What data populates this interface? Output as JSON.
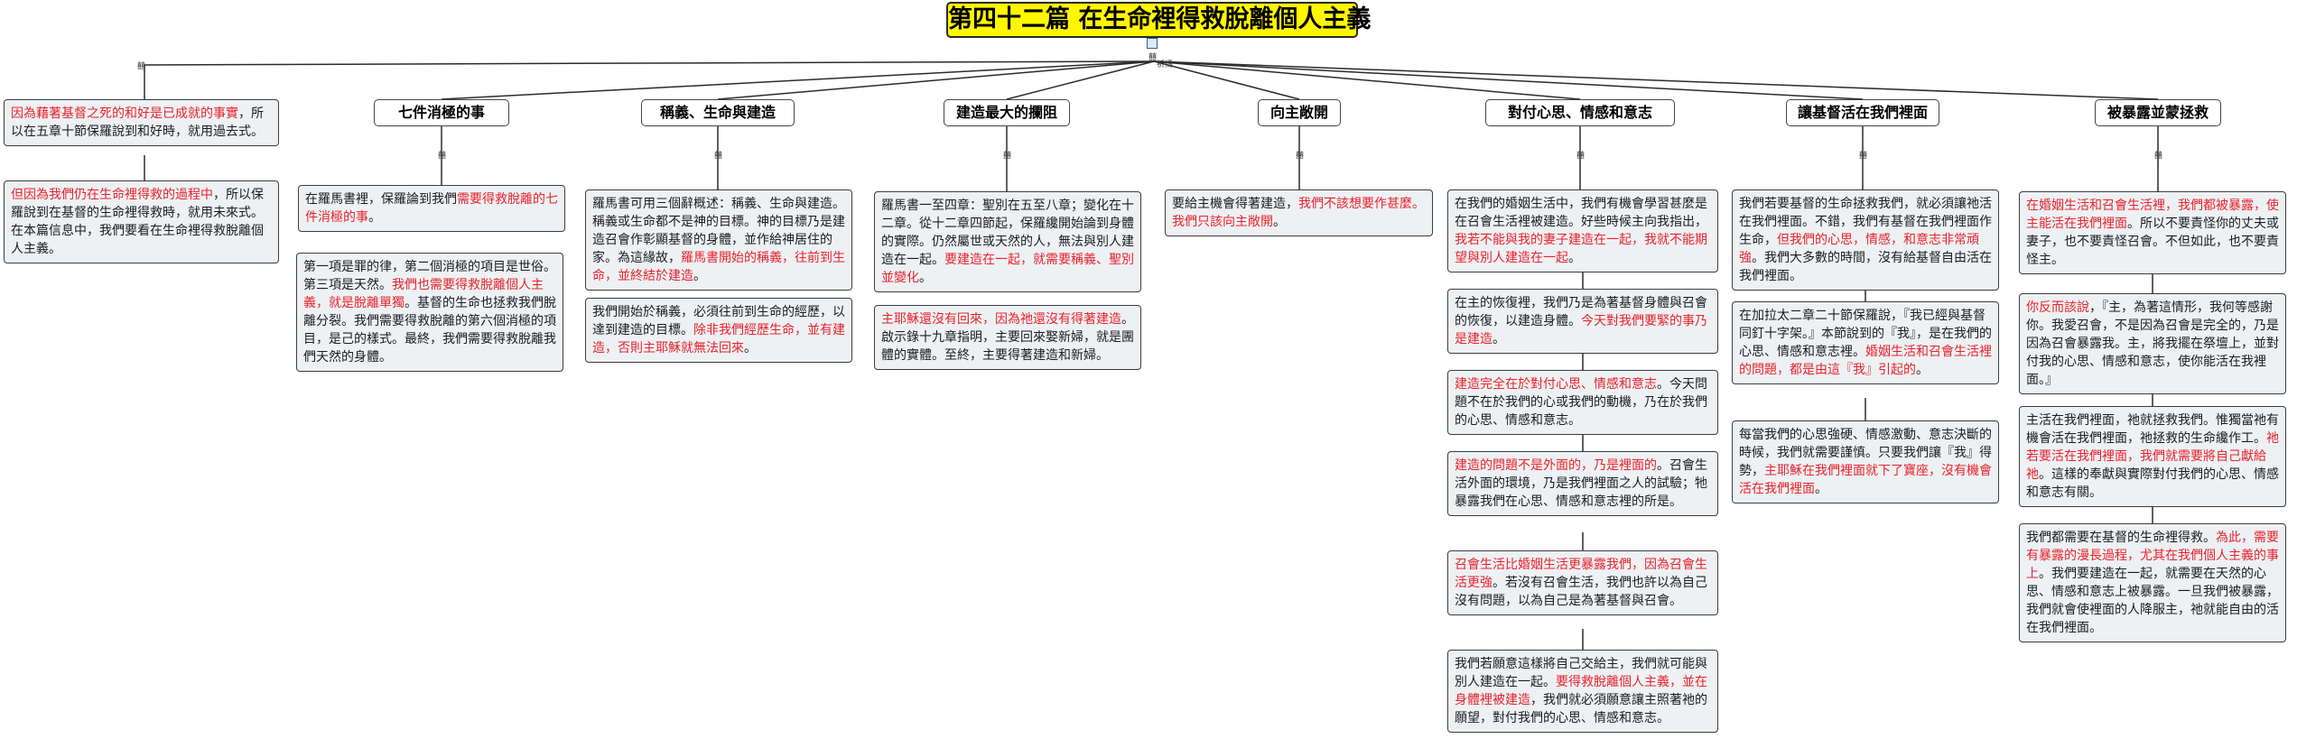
{
  "title": "第四十二篇  在生命裡得救脫離個人主義",
  "connector_labels": {
    "left": "囍",
    "root": "囍",
    "branch": "祈禱",
    "topic": "囍"
  },
  "left_notes": [
    {
      "spans": [
        {
          "t": "因為藉著基督之死的和好是已成就的事實",
          "hl": true
        },
        {
          "t": "，所以在五章十節保羅說到和好時，就用過去式。",
          "hl": false
        }
      ]
    },
    {
      "spans": [
        {
          "t": "但因為我們仍在生命裡得救的過程中",
          "hl": true
        },
        {
          "t": "，所以保羅說到在基督的生命裡得救時，就用未來式。在本篇信息中，我們要看在生命裡得救脫離個人主義。",
          "hl": false
        }
      ]
    }
  ],
  "topics": [
    {
      "label": "七件消極的事",
      "notes": [
        {
          "spans": [
            {
              "t": "在羅馬書裡，保羅論到我們",
              "hl": false
            },
            {
              "t": "需要得救脫離的七件消極的事",
              "hl": true
            },
            {
              "t": "。",
              "hl": false
            }
          ]
        },
        {
          "spans": [
            {
              "t": "第一項是罪的律，第二個消極的項目是世俗。第三項是天然。",
              "hl": false
            },
            {
              "t": "我們也需要得救脫離個人主義，就是脫離單獨",
              "hl": true
            },
            {
              "t": "。基督的生命也拯救我們脫離分裂。我們需要得救脫離的第六個消極的項目，是己的樣式。最終，我們需要得救脫離我們天然的身體。",
              "hl": false
            }
          ]
        }
      ]
    },
    {
      "label": "稱義、生命與建造",
      "notes": [
        {
          "spans": [
            {
              "t": "羅馬書可用三個辭概述：稱義、生命與建造。稱義或生命都不是神的目標。神的目標乃是建造召會作彰顯基督的身體，並作給神居住的家。為這緣故，",
              "hl": false
            },
            {
              "t": "羅馬書開始的稱義，往前到生命，並終結於建造",
              "hl": true
            },
            {
              "t": "。",
              "hl": false
            }
          ]
        },
        {
          "spans": [
            {
              "t": "我們開始於稱義，必須往前到生命的經歷，以達到建造的目標。",
              "hl": false
            },
            {
              "t": "除非我們經歷生命，並有建造，否則主耶穌就無法回來",
              "hl": true
            },
            {
              "t": "。",
              "hl": false
            }
          ]
        }
      ]
    },
    {
      "label": "建造最大的攔阻",
      "notes": [
        {
          "spans": [
            {
              "t": "羅馬書一至四章：聖別在五至八章；變化在十二章。從十二章四節起，保羅纔開始論到身體的實際。仍然屬世或天然的人，無法與別人建造在一起。",
              "hl": false
            },
            {
              "t": "要建造在一起，就需要稱義、聖別並變化",
              "hl": true
            },
            {
              "t": "。",
              "hl": false
            }
          ]
        },
        {
          "spans": [
            {
              "t": "主耶穌還沒有回來，因為祂還沒有得著建造",
              "hl": true
            },
            {
              "t": "。啟示錄十九章指明，主要回來娶新婦，就是團體的實體。至終，主要得著建造和新婦。",
              "hl": false
            }
          ]
        }
      ]
    },
    {
      "label": "向主敞開",
      "notes": [
        {
          "spans": [
            {
              "t": "要給主機會得著建造，",
              "hl": false
            },
            {
              "t": "我們不該想要作甚麼。我們只該向主敞開",
              "hl": true
            },
            {
              "t": "。",
              "hl": false
            }
          ]
        }
      ]
    },
    {
      "label": "對付心思、情感和意志",
      "notes": [
        {
          "spans": [
            {
              "t": "在我們的婚姻生活中，我們有機會學習甚麼是在召會生活裡被建造。好些時候主向我指出，",
              "hl": false
            },
            {
              "t": "我若不能與我的妻子建造在一起，我就不能期望與別人建造在一起",
              "hl": true
            },
            {
              "t": "。",
              "hl": false
            }
          ]
        },
        {
          "spans": [
            {
              "t": "在主的恢復裡，我們乃是為著基督身體與召會的恢復，以建造身體。",
              "hl": false
            },
            {
              "t": "今天對我們要緊的事乃是建造",
              "hl": true
            },
            {
              "t": "。",
              "hl": false
            }
          ]
        },
        {
          "spans": [
            {
              "t": "建造完全在於對付心思、情感和意志",
              "hl": true
            },
            {
              "t": "。今天問題不在於我們的心或我們的動機，乃在於我們的心思、情感和意志。",
              "hl": false
            }
          ]
        },
        {
          "spans": [
            {
              "t": "建造的問題不是外面的，乃是裡面的",
              "hl": true
            },
            {
              "t": "。召會生活外面的環境，乃是我們裡面之人的試驗；牠暴露我們在心思、情感和意志裡的所是。",
              "hl": false
            }
          ]
        },
        {
          "spans": [
            {
              "t": "召會生活比婚姻生活更暴露我們，因為召會生活更強",
              "hl": true
            },
            {
              "t": "。若沒有召會生活，我們也許以為自己沒有問題，以為自己是為著基督與召會。",
              "hl": false
            }
          ]
        },
        {
          "spans": [
            {
              "t": "我們若願意這樣將自己交給主，我們就可能與別人建造在一起。",
              "hl": false
            },
            {
              "t": "要得救脫離個人主義，並在身體裡被建造",
              "hl": true
            },
            {
              "t": "，我們就必須願意讓主照著祂的願望，對付我們的心思、情感和意志。",
              "hl": false
            }
          ]
        }
      ]
    },
    {
      "label": "讓基督活在我們裡面",
      "notes": [
        {
          "spans": [
            {
              "t": "我們若要基督的生命拯救我們，就必須讓祂活在我們裡面。不錯，我們有基督在我們裡面作生命，",
              "hl": false
            },
            {
              "t": "但我們的心思，情感，和意志非常頑強",
              "hl": true
            },
            {
              "t": "。我們大多數的時間，沒有給基督自由活在我們裡面。",
              "hl": false
            }
          ]
        },
        {
          "spans": [
            {
              "t": "在加拉太二章二十節保羅說，『我已經與基督同釘十字架。』本節說到的『我』，是在我們的心思、情感和意志裡。",
              "hl": false
            },
            {
              "t": "婚姻生活和召會生活裡的問題，都是由這『我』引起的",
              "hl": true
            },
            {
              "t": "。",
              "hl": false
            }
          ]
        },
        {
          "spans": [
            {
              "t": "每當我們的心思強硬、情感激動、意志決斷的時候，我們就需要謹慎。只要我們讓『我』得勢，",
              "hl": false
            },
            {
              "t": "主耶穌在我們裡面就下了寶座，沒有機會活在我們裡面",
              "hl": true
            },
            {
              "t": "。",
              "hl": false
            }
          ]
        }
      ]
    },
    {
      "label": "被暴露並蒙拯救",
      "notes": [
        {
          "spans": [
            {
              "t": "在婚姻生活和召會生活裡，我們都被暴露，使主能活在我們裡面",
              "hl": true
            },
            {
              "t": "。所以不要責怪你的丈夫或妻子，也不要責怪召會。不但如此，也不要責怪主。",
              "hl": false
            }
          ]
        },
        {
          "spans": [
            {
              "t": "你反而該說",
              "hl": true
            },
            {
              "t": "，『主，為著這情形，我何等感謝你。我愛召會，不是因為召會是完全的，乃是因為召會暴露我。主，將我擺在祭壇上，並對付我的心思、情感和意志，使你能活在我裡面。』",
              "hl": false
            }
          ]
        },
        {
          "spans": [
            {
              "t": "主活在我們裡面，祂就拯救我們。惟獨當祂有機會活在我們裡面，祂拯救的生命纔作工。",
              "hl": false
            },
            {
              "t": "祂若要活在我們裡面，我們就需要將自己獻給祂",
              "hl": true
            },
            {
              "t": "。這樣的奉獻與實際對付我們的心思、情感和意志有關。",
              "hl": false
            }
          ]
        },
        {
          "spans": [
            {
              "t": "我們都需要在基督的生命裡得救。",
              "hl": false
            },
            {
              "t": "為此，需要有暴露的漫長過程，尤其在我們個人主義的事上",
              "hl": true
            },
            {
              "t": "。我們要建造在一起，就需要在天然的心思、情感和意志上被暴露。一旦我們被暴露，我們就會使裡面的人降服主，祂就能自由的活在我們裡面。",
              "hl": false
            }
          ]
        }
      ]
    }
  ]
}
